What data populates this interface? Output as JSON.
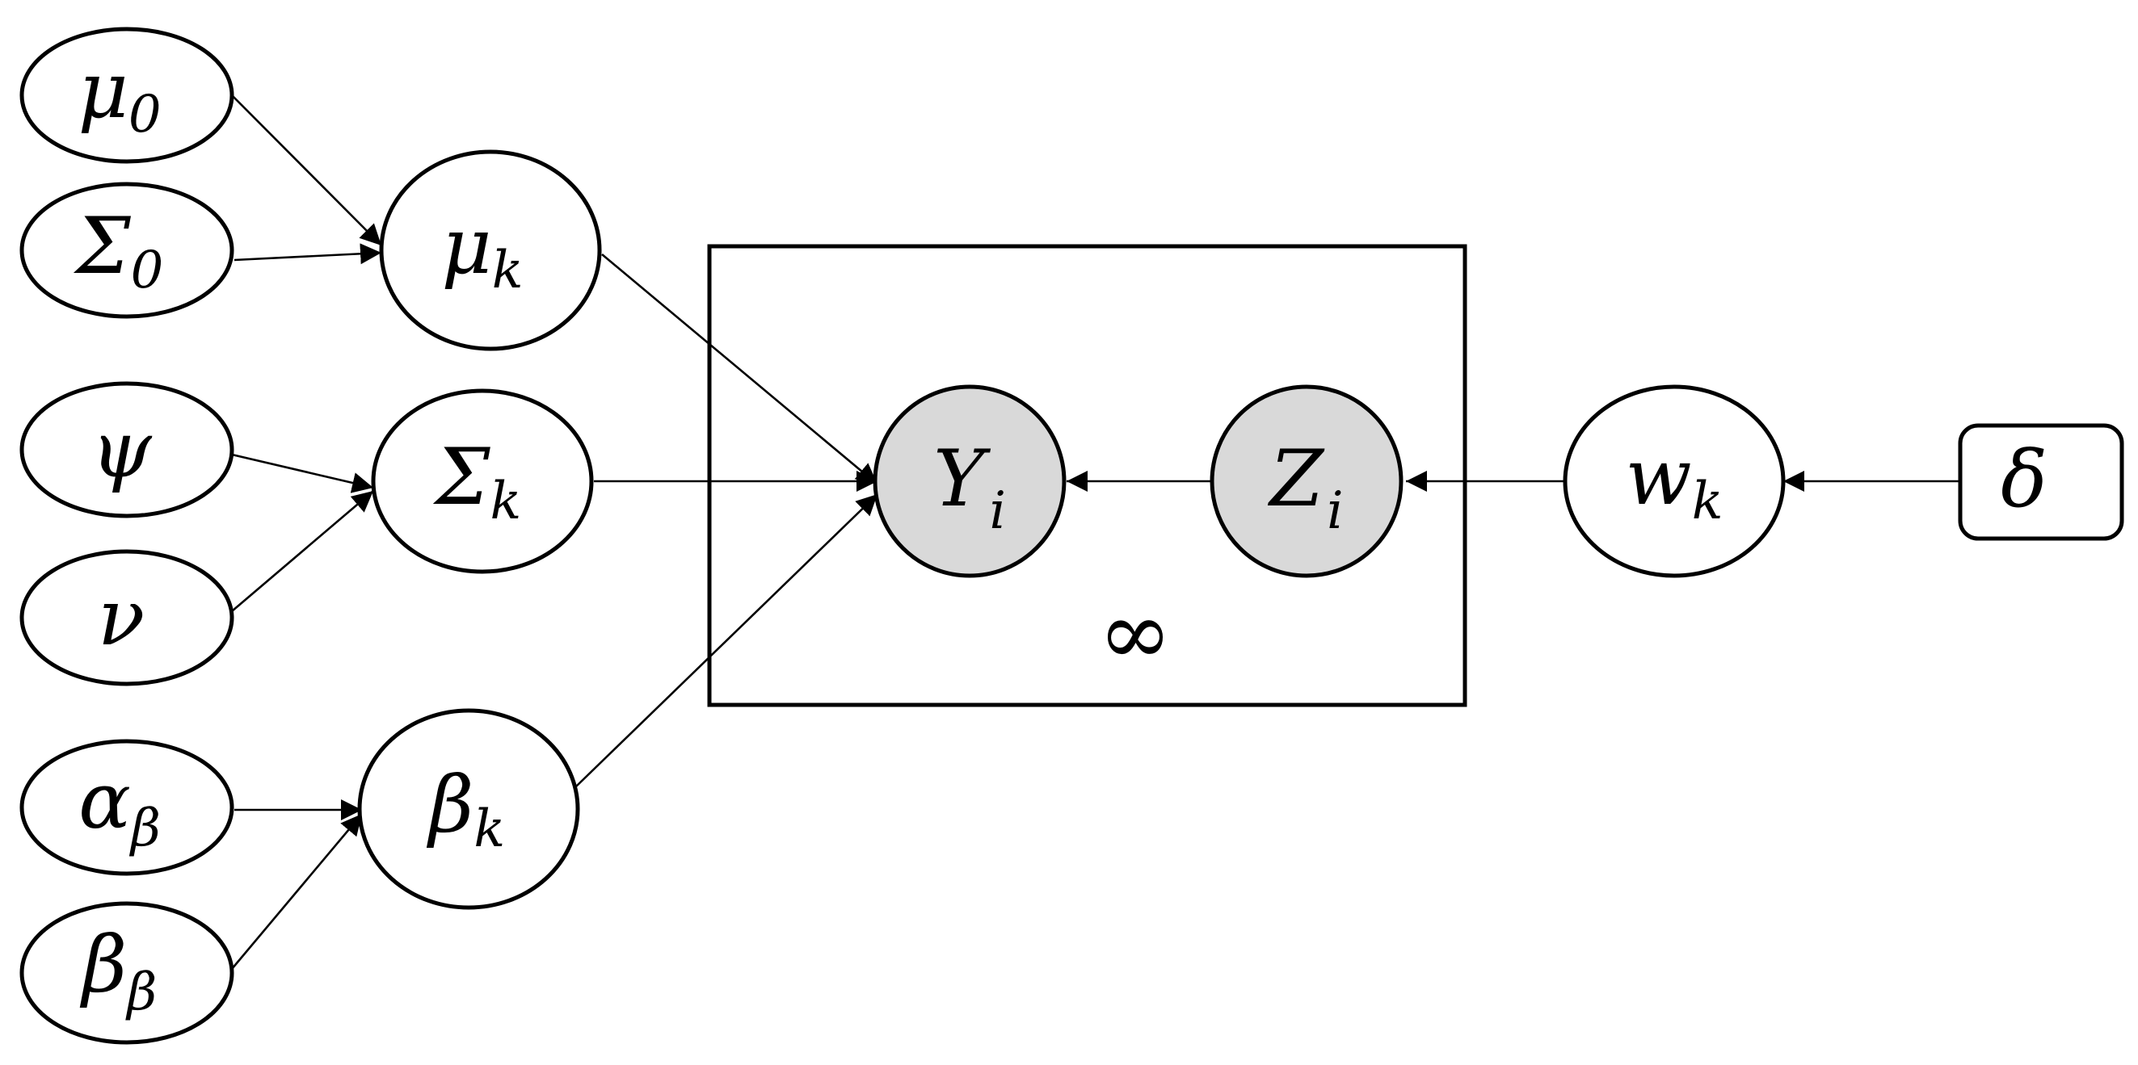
{
  "nodes": {
    "mu0": {
      "symbol": "μ",
      "subscript": "0"
    },
    "sigma0": {
      "symbol": "Σ",
      "subscript": "0"
    },
    "mu_k": {
      "symbol": "μ",
      "subscript": "k"
    },
    "psi": {
      "symbol": "ψ",
      "subscript": ""
    },
    "sigma_k": {
      "symbol": "Σ",
      "subscript": "k"
    },
    "nu": {
      "symbol": "ν",
      "subscript": ""
    },
    "alpha_beta": {
      "symbol": "α",
      "subscript": "β"
    },
    "beta_k": {
      "symbol": "β",
      "subscript": "k"
    },
    "beta_beta": {
      "symbol": "β",
      "subscript": "β"
    },
    "y_i": {
      "symbol": "Y",
      "subscript": "i"
    },
    "z_i": {
      "symbol": "Z",
      "subscript": "i"
    },
    "w_k": {
      "symbol": "w",
      "subscript": "k"
    },
    "delta": {
      "symbol": "δ",
      "subscript": ""
    }
  },
  "plate": {
    "label": "∞"
  },
  "colors": {
    "observed_fill": "#d9d9d9",
    "stroke": "#000000",
    "background": "#ffffff"
  }
}
